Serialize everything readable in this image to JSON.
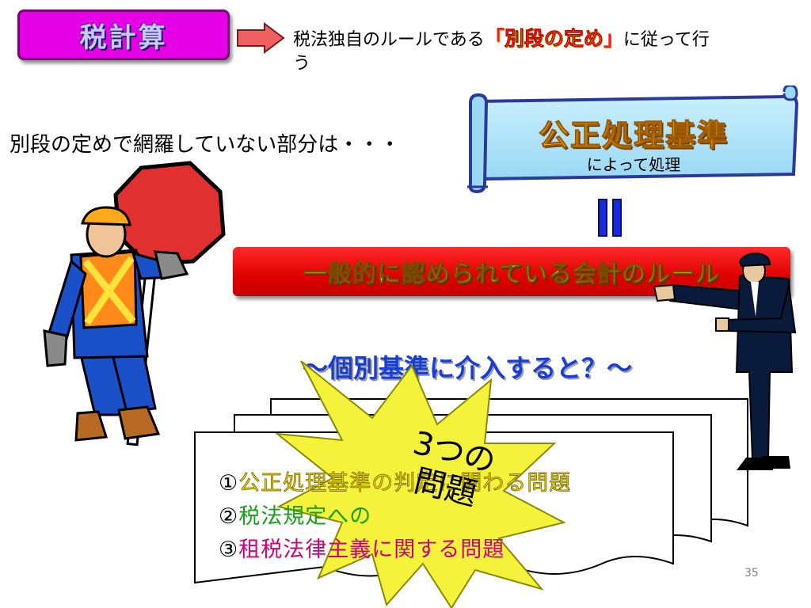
{
  "slide": {
    "title_box": {
      "label": "税計算"
    },
    "rule_line": {
      "prefix": "税法独自のルールである",
      "quote_open": "「",
      "emphasis": "別段の定め",
      "quote_close": "」",
      "suffix": "に従って行",
      "wrap": "う"
    },
    "not_covered": "別段の定めで網羅していない部分は・・・",
    "scroll": {
      "title": "公正処理基準",
      "subtitle": "によって処理"
    },
    "banner": {
      "label": "一般的に認められている会計のルール"
    },
    "question": "～個別基準に介入すると？～",
    "issues": [
      {
        "mark": "①",
        "text": "公正処理基準の判定に関わる問題"
      },
      {
        "mark": "②",
        "text": "税法規定への"
      },
      {
        "mark": "③",
        "text": "租税法律主義に関する問題"
      }
    ],
    "star": {
      "line1": "3つの",
      "line2": "問題"
    },
    "page_number": "35"
  },
  "colors": {
    "title_box": "#e600e6",
    "scroll_fill": "#aee4f8",
    "banner": "#e00000",
    "question": "#1a3fd0",
    "issue1": "#e8d200",
    "issue2": "#1aa01a",
    "issue3": "#d0007a",
    "star": "#f4f23a"
  },
  "icons": [
    "right-arrow-icon",
    "equals-sign-icon",
    "stop-sign-worker-illustration",
    "police-officer-illustration",
    "starburst-icon",
    "paper-stack-icon"
  ]
}
